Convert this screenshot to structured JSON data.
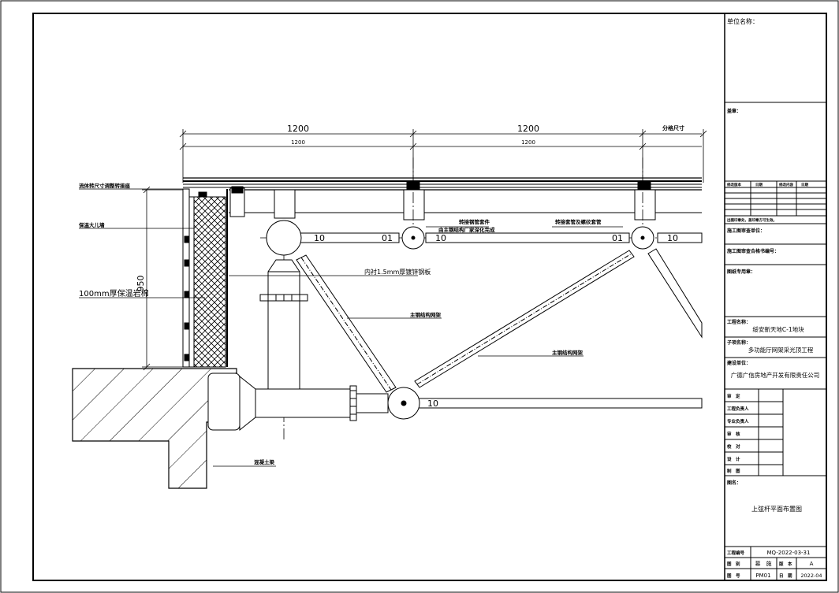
{
  "dims": {
    "top": [
      "1200",
      "1200",
      "分格尺寸"
    ],
    "sub": [
      "1200",
      "1200"
    ],
    "height": "950"
  },
  "labels": {
    "stone": "流体转尺寸调整转接座",
    "insulation": "保温大儿墙",
    "rockwool": "100mm厚保温岩棉",
    "flashing": "内衬1.5mm厚镀锌钢板",
    "chord": "主钢结构网架",
    "chord2": "主钢结构网架",
    "topcheck": "转接钢管套件",
    "topcheck2": "由主钢结构厂家深化完成",
    "topright": "转接套管及螺纹套管",
    "concrete": "混凝土梁"
  },
  "tb": {
    "unit_label": "单位名称：",
    "stamp_label": "盖章：",
    "rev_headers": [
      "修改版本",
      "日期",
      "修改内容",
      "日期"
    ],
    "design_note": "出图印章处，盖印章方可生效。",
    "reviewer_label": "施工图审查单位：",
    "reviewer_no_label": "施工图审查合格书编号：",
    "image_label": "图纸专用章：",
    "project_label": "工程名称：",
    "project_name": "绥安新天地C-1地块",
    "sub_label": "子项名称：",
    "sub_name": "多功能厅网架采光顶工程",
    "client_label": "建设单位：",
    "client_name": "广德广信房地产开发有限责任公司",
    "roles": [
      "审　定",
      "工程负责人",
      "专业负责人",
      "审　核",
      "校　对",
      "设　计",
      "制　图"
    ],
    "drawing_label": "图名：",
    "drawing_name": "上弦杆平面布置图",
    "code_label": "工程编号",
    "code_value": "MQ-2022-03-31",
    "cat_label": "图　别",
    "cat_value": "幕　施",
    "ver_label": "版　本",
    "ver_value": "A",
    "no_label": "图　号",
    "no_value": "PM01",
    "date_label": "日　期",
    "date_value": "2022-04"
  }
}
